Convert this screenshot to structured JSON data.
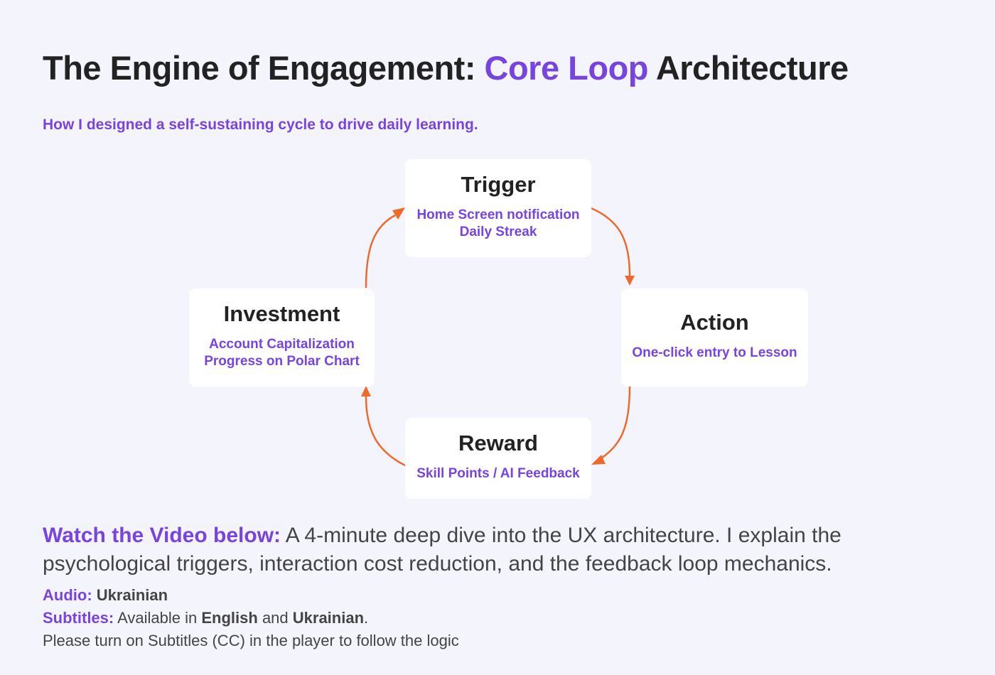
{
  "header": {
    "title_part1": "The Engine of Engagement: ",
    "title_accent": "Core Loop",
    "title_part2": " Architecture",
    "subtitle": "How I designed a self-sustaining cycle to drive daily learning."
  },
  "loop": {
    "nodes": [
      {
        "title": "Trigger",
        "lines": [
          "Home Screen notification",
          "Daily Streak"
        ]
      },
      {
        "title": "Action",
        "lines": [
          "One-click entry to Lesson"
        ]
      },
      {
        "title": "Reward",
        "lines": [
          "Skill Points / AI Feedback"
        ]
      },
      {
        "title": "Investment",
        "lines": [
          "Account Capitalization",
          "Progress on Polar Chart"
        ]
      }
    ],
    "edges": [
      {
        "from": "Trigger",
        "to": "Action"
      },
      {
        "from": "Action",
        "to": "Reward"
      },
      {
        "from": "Reward",
        "to": "Investment"
      },
      {
        "from": "Investment",
        "to": "Trigger"
      }
    ]
  },
  "video": {
    "lead": "Watch the Video below:",
    "description": " A 4-minute deep dive into the UX architecture. I explain the psychological triggers, interaction cost reduction, and the feedback loop mechanics."
  },
  "info": {
    "audio_label": "Audio:",
    "audio_value": "Ukrainian",
    "subtitles_label": "Subtitles:",
    "subtitles_prefix": " Available in ",
    "subtitles_lang1": "English",
    "subtitles_and": " and ",
    "subtitles_lang2": "Ukrainian",
    "subtitles_end": ".",
    "note": "Please turn on Subtitles (CC) in the player to follow the logic"
  },
  "colors": {
    "accent": "#7744e0",
    "arrow": "#ee6a2c",
    "background": "#f4f4fc",
    "card": "#ffffff",
    "text": "#222222"
  }
}
